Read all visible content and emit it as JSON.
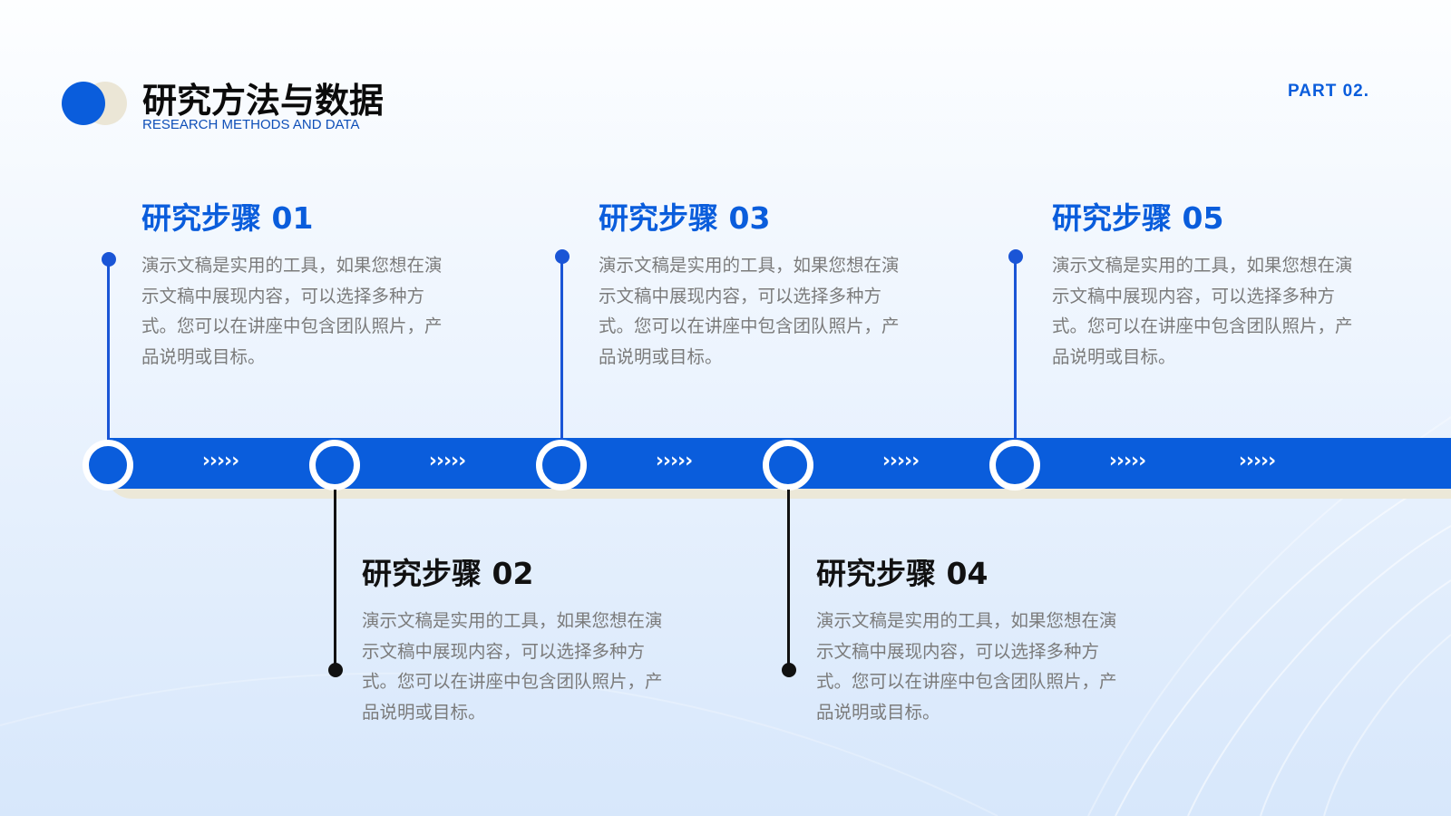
{
  "header": {
    "title": "研究方法与数据",
    "subtitle": "RESEARCH METHODS AND DATA",
    "part_label": "PART 02."
  },
  "timeline": {
    "arrow_glyph": "›››››"
  },
  "steps": [
    {
      "title": "研究步骤 01",
      "body": "演示文稿是实用的工具，如果您想在演示文稿中展现内容，可以选择多种方式。您可以在讲座中包含团队照片，产品说明或目标。"
    },
    {
      "title": "研究步骤 02",
      "body": "演示文稿是实用的工具，如果您想在演示文稿中展现内容，可以选择多种方式。您可以在讲座中包含团队照片，产品说明或目标。"
    },
    {
      "title": "研究步骤 03",
      "body": "演示文稿是实用的工具，如果您想在演示文稿中展现内容，可以选择多种方式。您可以在讲座中包含团队照片，产品说明或目标。"
    },
    {
      "title": "研究步骤 04",
      "body": "演示文稿是实用的工具，如果您想在演示文稿中展现内容，可以选择多种方式。您可以在讲座中包含团队照片，产品说明或目标。"
    },
    {
      "title": "研究步骤 05",
      "body": "演示文稿是实用的工具，如果您想在演示文稿中展现内容，可以选择多种方式。您可以在讲座中包含团队照片，产品说明或目标。"
    }
  ],
  "colors": {
    "accent": "#0a5ddc",
    "accent_secondary": "#ebe6d6",
    "step_title_dark": "#111111",
    "body_text": "#7b7b7b"
  }
}
